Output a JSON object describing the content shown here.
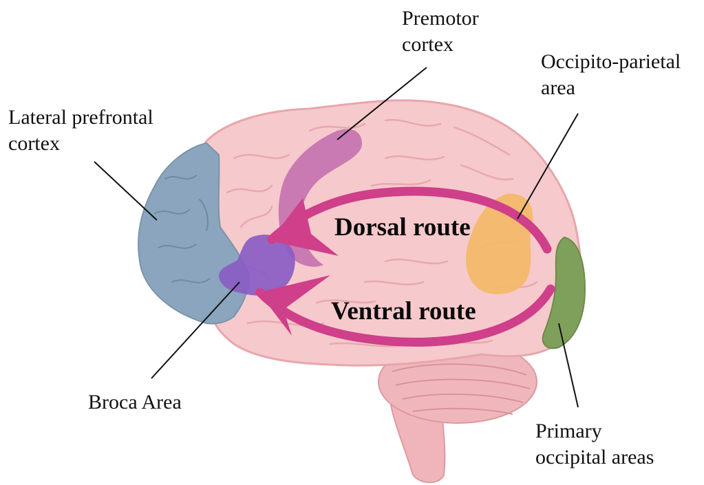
{
  "labels": {
    "premotor_line1": "Premotor",
    "premotor_line2": "cortex",
    "occipito_line1": "Occipito-parietal",
    "occipito_line2": "area",
    "lateral_line1": "Lateral prefrontal",
    "lateral_line2": "cortex",
    "broca": "Broca Area",
    "primary_line1": "Primary",
    "primary_line2": "occipital areas"
  },
  "routes": {
    "dorsal": "Dorsal route",
    "ventral": "Ventral route"
  },
  "colors": {
    "brain": "#f6c9cc",
    "brain_outline": "#e7a6ab",
    "lateral_prefrontal": "#8aa5bd",
    "premotor": "#c571b0",
    "broca": "#8a5cc4",
    "occipito_parietal": "#f2b96a",
    "primary_occipital": "#7fa05a",
    "arrows": "#cf3f8a",
    "cerebellum": "#efb7bc"
  }
}
